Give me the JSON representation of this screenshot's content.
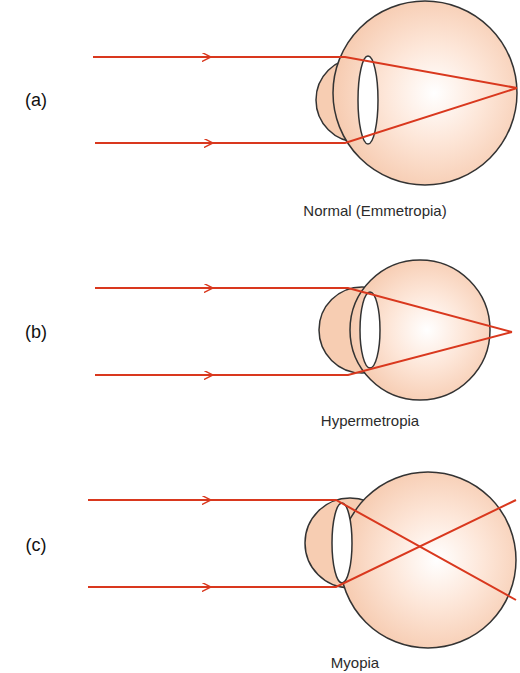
{
  "diagram": {
    "labels": [
      "(a)",
      "Normal (Emmetropia)",
      "(b)",
      "Hypermetropia",
      "(c)",
      "Myopia"
    ]
  }
}
